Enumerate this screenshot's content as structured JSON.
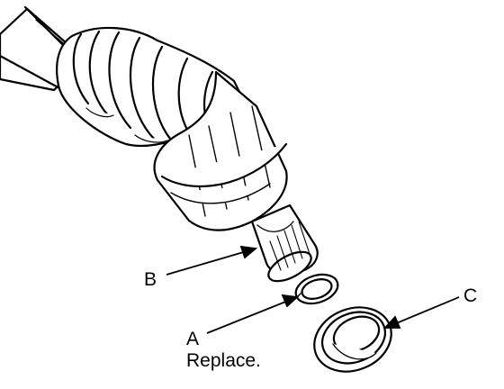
{
  "callouts": {
    "b": {
      "letter": "B"
    },
    "a": {
      "letter": "A",
      "note": "Replace."
    },
    "c": {
      "letter": "C"
    }
  },
  "colors": {
    "ink": "#000000",
    "paper": "#ffffff"
  }
}
